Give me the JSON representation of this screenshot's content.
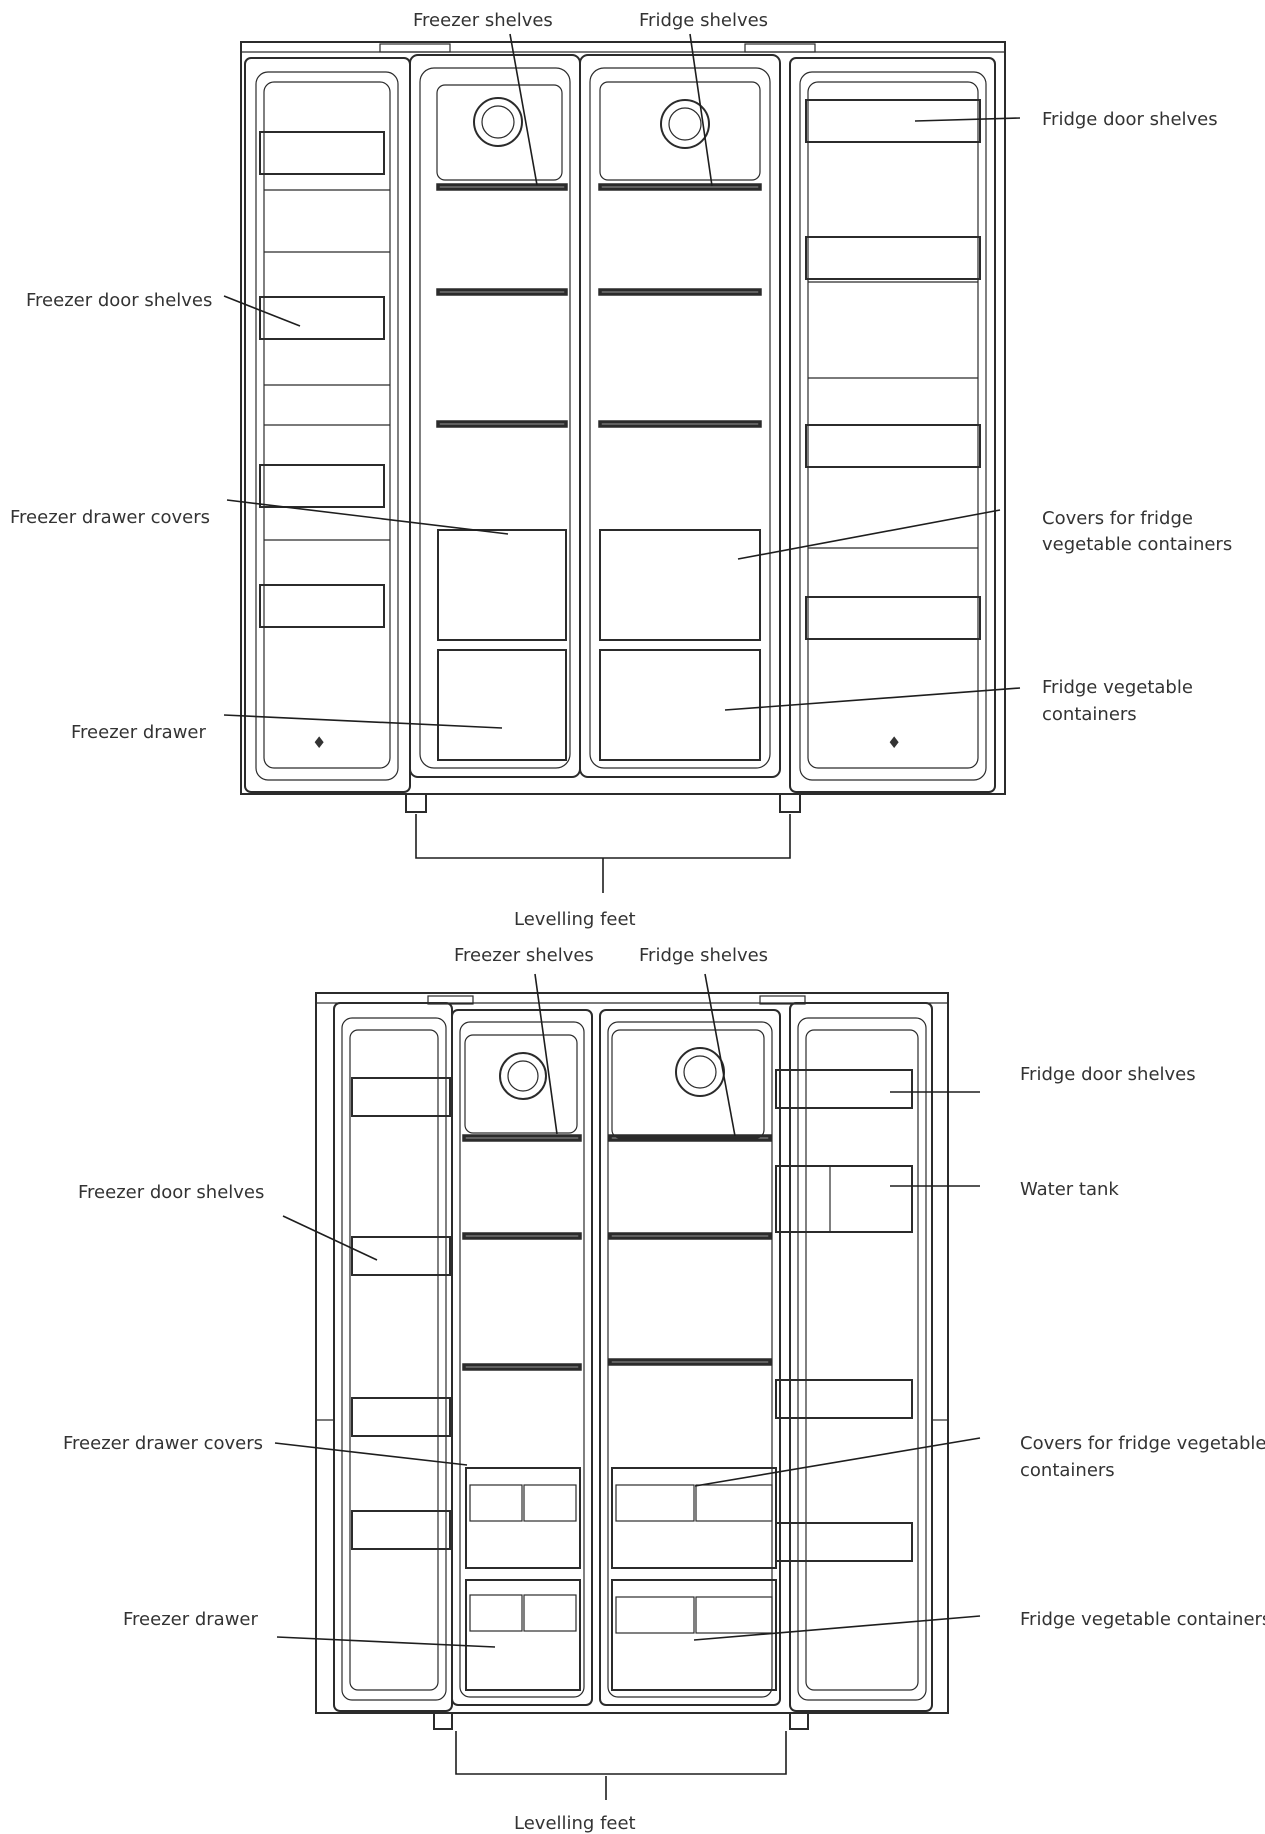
{
  "diagram_1": {
    "labels": {
      "freezer_shelves": "Freezer shelves",
      "fridge_shelves": "Fridge shelves",
      "fridge_door_shelves": "Fridge door shelves",
      "freezer_door_shelves": "Freezer door shelves",
      "freezer_drawer_covers": "Freezer drawer covers",
      "covers_fridge_veg_line1": "Covers for fridge",
      "covers_fridge_veg_line2": "vegetable containers",
      "fridge_veg_containers_line1": "Fridge vegetable",
      "fridge_veg_containers_line2": "containers",
      "freezer_drawer": "Freezer drawer",
      "levelling_feet": "Levelling feet"
    }
  },
  "diagram_2": {
    "labels": {
      "freezer_shelves": "Freezer shelves",
      "fridge_shelves": "Fridge shelves",
      "fridge_door_shelves": "Fridge door shelves",
      "water_tank": "Water tank",
      "freezer_door_shelves": "Freezer door shelves",
      "freezer_drawer_covers": "Freezer drawer covers",
      "covers_fridge_veg_line1": "Covers for fridge vegetable",
      "covers_fridge_veg_line2": "containers",
      "freezer_drawer": "Freezer drawer",
      "fridge_veg_containers": "Fridge vegetable containers",
      "levelling_feet": "Levelling feet"
    }
  }
}
